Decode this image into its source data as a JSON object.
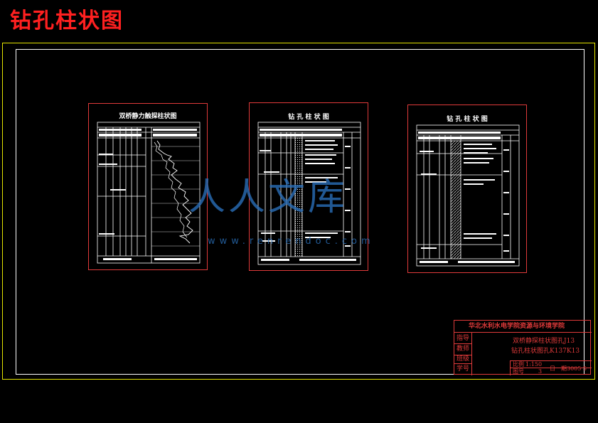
{
  "page": {
    "title": "钻孔柱状图"
  },
  "sheets": [
    {
      "title": "双桥静力触探柱状图"
    },
    {
      "title": "钻 孔 柱 状 图"
    },
    {
      "title": "钻 孔 柱 状 图"
    }
  ],
  "watermark": {
    "text": "人人文库",
    "url": "www.renrendoc.com"
  },
  "title_block": {
    "institution": "华北水利水电学院资源与环境学院",
    "labels": [
      "指导",
      "教师",
      "班级",
      "学号"
    ],
    "drawing_names": [
      "双桥静探柱状图孔J13",
      "钻孔柱状图孔K137K13"
    ],
    "scale_label": "比例",
    "scale": "1:150",
    "sheet_label": "图号",
    "sheet_value": "3",
    "date_label": "日",
    "date_value": "期3005 5"
  },
  "colors": {
    "frame_outer": "#e6e600",
    "frame_inner": "#ffffff",
    "sheet_border": "#e03a3a",
    "title": "#ff2020",
    "watermark": "#2a6fb8"
  }
}
